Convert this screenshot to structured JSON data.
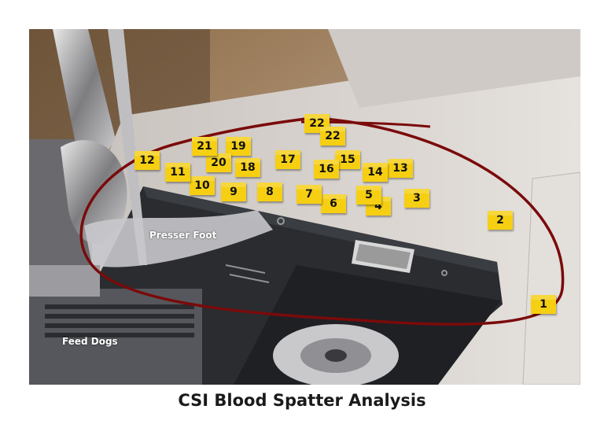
{
  "caption": "CSI Blood Spatter Analysis",
  "labels": {
    "presser_foot": "Presser Foot",
    "feed_dogs": "Feed Dogs"
  },
  "markers": [
    "1",
    "2",
    "3",
    "4",
    "5",
    "6",
    "7",
    "8",
    "9",
    "10",
    "11",
    "12",
    "13",
    "14",
    "15",
    "16",
    "17",
    "18",
    "19",
    "20",
    "21",
    "22",
    "22"
  ],
  "colors": {
    "marker": "#f6cf12",
    "circle": "#7a0a0a",
    "plate": "#2a2c30",
    "base": "#d9d4cf"
  }
}
